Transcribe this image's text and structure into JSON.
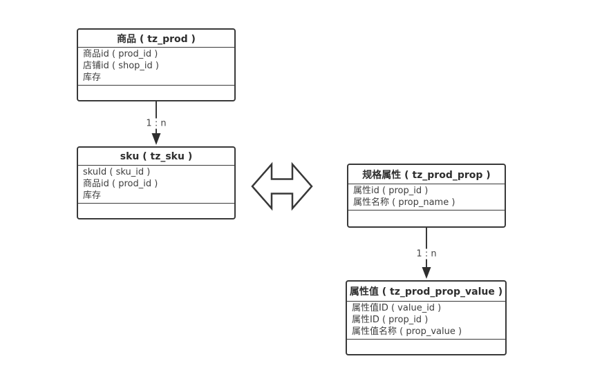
{
  "diagram": {
    "background_color": "#ffffff",
    "shape_border_color": "#383838",
    "shape_fill_color": "#ffffff",
    "text_color": "#3a3a3a"
  },
  "tables": [
    {
      "id": "prod",
      "title": "商品 ( tz_prod )",
      "fields": [
        "商品id ( prod_id )",
        "店铺id ( shop_id )",
        "库存"
      ]
    },
    {
      "id": "sku",
      "title": "sku ( tz_sku )",
      "fields": [
        "skuId ( sku_id )",
        "商品id ( prod_id )",
        "库存"
      ]
    },
    {
      "id": "prod_prop",
      "title": "规格属性 ( tz_prod_prop )",
      "fields": [
        "属性id ( prop_id )",
        "属性名称 ( prop_name )"
      ]
    },
    {
      "id": "prod_prop_value",
      "title": "属性值 ( tz_prod_prop_value )",
      "fields": [
        "属性值ID ( value_id )",
        "属性ID ( prop_id )",
        "属性值名称 ( prop_value )"
      ]
    }
  ],
  "connectors": [
    {
      "from": "商品 ( tz_prod )",
      "to": "sku ( tz_sku )",
      "label": "1 : n",
      "arrow": "down"
    },
    {
      "from": "规格属性 ( tz_prod_prop )",
      "to": "属性值 ( tz_prod_prop_value )",
      "label": "1 : n",
      "arrow": "down"
    }
  ],
  "icons": {
    "double_arrow": "horizontal-double-headed-arrow"
  }
}
